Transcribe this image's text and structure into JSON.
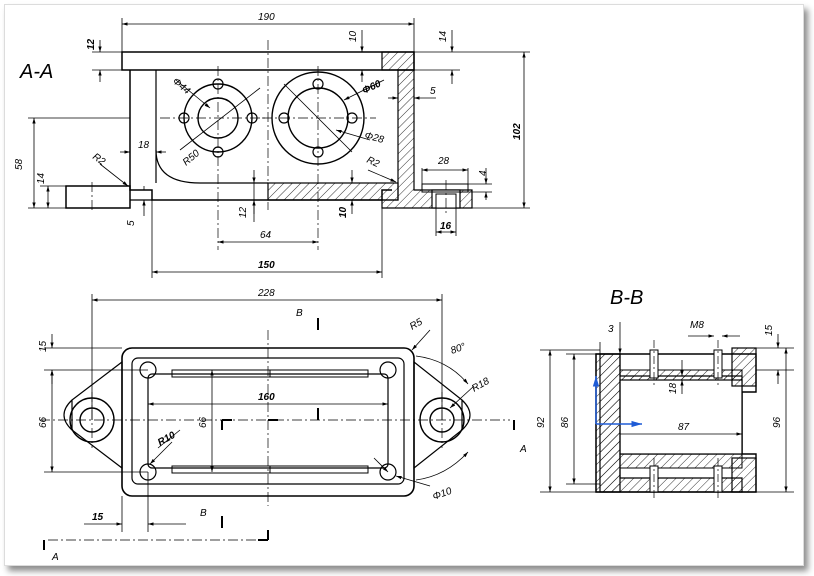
{
  "sections": {
    "aa_title": "A-A",
    "bb_title": "B-B"
  },
  "section_aa": {
    "d190": "190",
    "d12": "12",
    "d10_top": "10",
    "d14_top": "14",
    "d102": "102",
    "d44": "Φ44",
    "d60": "Φ60",
    "d5_right": "5",
    "d28_hole": "Φ28",
    "r50": "R50",
    "d18": "18",
    "r2_left": "R2",
    "r2_right": "R2",
    "d58": "58",
    "d14_left": "14",
    "d5_bottom": "5",
    "d12_bottom": "12",
    "d10_bottom": "10",
    "d28_right": "28",
    "d4": "4",
    "d16": "16",
    "d64": "64",
    "d150": "150"
  },
  "plan_view": {
    "d228": "228",
    "d15_left": "15",
    "d66_left": "66",
    "d160": "160",
    "d66_inner": "66",
    "r5": "R5",
    "a80": "80°",
    "r18": "R18",
    "r10": "R10",
    "d10_hole": "Φ10",
    "d15_bottom": "15",
    "lbl_b_top": "B",
    "lbl_b_bottom": "B",
    "lbl_a_right": "A",
    "lbl_a_bottom": "A"
  },
  "section_bb": {
    "d3": "3",
    "m8": "M8",
    "d15": "15",
    "d18": "18",
    "d92": "92",
    "d86": "86",
    "d87": "87",
    "d96": "96"
  }
}
